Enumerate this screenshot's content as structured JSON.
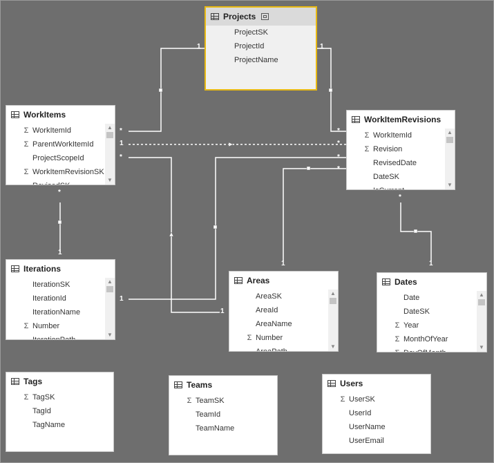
{
  "tables": {
    "projects": {
      "title": "Projects",
      "fields": [
        {
          "sigma": false,
          "name": "ProjectSK"
        },
        {
          "sigma": false,
          "name": "ProjectId"
        },
        {
          "sigma": false,
          "name": "ProjectName"
        }
      ]
    },
    "workitems": {
      "title": "WorkItems",
      "fields": [
        {
          "sigma": true,
          "name": "WorkItemId"
        },
        {
          "sigma": true,
          "name": "ParentWorkItemId"
        },
        {
          "sigma": false,
          "name": "ProjectScopeId"
        },
        {
          "sigma": true,
          "name": "WorkItemRevisionSK"
        },
        {
          "sigma": false,
          "name": "RevisedSK"
        }
      ]
    },
    "workitemrevisions": {
      "title": "WorkItemRevisions",
      "fields": [
        {
          "sigma": true,
          "name": "WorkItemId"
        },
        {
          "sigma": true,
          "name": "Revision"
        },
        {
          "sigma": false,
          "name": "RevisedDate"
        },
        {
          "sigma": false,
          "name": "DateSK"
        },
        {
          "sigma": false,
          "name": "IsCurrent"
        }
      ]
    },
    "iterations": {
      "title": "Iterations",
      "fields": [
        {
          "sigma": false,
          "name": "IterationSK"
        },
        {
          "sigma": false,
          "name": "IterationId"
        },
        {
          "sigma": false,
          "name": "IterationName"
        },
        {
          "sigma": true,
          "name": "Number"
        },
        {
          "sigma": false,
          "name": "IterationPath"
        }
      ]
    },
    "areas": {
      "title": "Areas",
      "fields": [
        {
          "sigma": false,
          "name": "AreaSK"
        },
        {
          "sigma": false,
          "name": "AreaId"
        },
        {
          "sigma": false,
          "name": "AreaName"
        },
        {
          "sigma": true,
          "name": "Number"
        },
        {
          "sigma": false,
          "name": "AreaPath"
        }
      ]
    },
    "dates": {
      "title": "Dates",
      "fields": [
        {
          "sigma": false,
          "name": "Date"
        },
        {
          "sigma": false,
          "name": "DateSK"
        },
        {
          "sigma": true,
          "name": "Year"
        },
        {
          "sigma": true,
          "name": "MonthOfYear"
        },
        {
          "sigma": true,
          "name": "DayOfMonth"
        }
      ]
    },
    "tags": {
      "title": "Tags",
      "fields": [
        {
          "sigma": true,
          "name": "TagSK"
        },
        {
          "sigma": false,
          "name": "TagId"
        },
        {
          "sigma": false,
          "name": "TagName"
        }
      ]
    },
    "teams": {
      "title": "Teams",
      "fields": [
        {
          "sigma": true,
          "name": "TeamSK"
        },
        {
          "sigma": false,
          "name": "TeamId"
        },
        {
          "sigma": false,
          "name": "TeamName"
        }
      ]
    },
    "users": {
      "title": "Users",
      "fields": [
        {
          "sigma": true,
          "name": "UserSK"
        },
        {
          "sigma": false,
          "name": "UserId"
        },
        {
          "sigma": false,
          "name": "UserName"
        },
        {
          "sigma": false,
          "name": "UserEmail"
        }
      ]
    }
  },
  "relationships": [
    {
      "from": "Projects",
      "to": "WorkItems",
      "from_card": "1",
      "to_card": "*"
    },
    {
      "from": "Projects",
      "to": "WorkItemRevisions",
      "from_card": "1",
      "to_card": "*"
    },
    {
      "from": "WorkItems",
      "to": "WorkItemRevisions",
      "from_card": "1",
      "to_card": "*",
      "inactive": true
    },
    {
      "from": "Areas",
      "to": "WorkItems",
      "from_card": "1",
      "to_card": "*"
    },
    {
      "from": "Iterations",
      "to": "WorkItemRevisions",
      "from_card": "1",
      "to_card": "*"
    },
    {
      "from": "Areas",
      "to": "WorkItemRevisions",
      "from_card": "1",
      "to_card": "*"
    },
    {
      "from": "Iterations",
      "to": "WorkItems",
      "from_card": "1",
      "to_card": "*"
    },
    {
      "from": "Dates",
      "to": "WorkItemRevisions",
      "from_card": "1",
      "to_card": "*"
    }
  ],
  "colors": {
    "canvas": "#6e6e6e",
    "selected_border": "#e8b912",
    "line": "#ffffff"
  }
}
